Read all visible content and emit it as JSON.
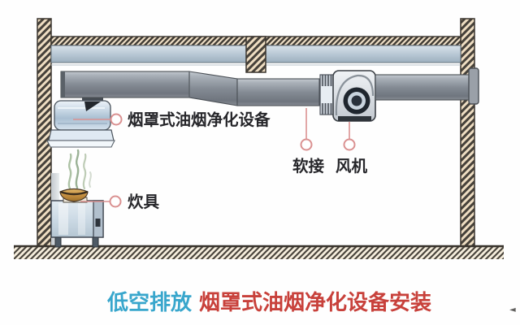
{
  "annotations": {
    "hood_label": "烟罩式油烟净化设备",
    "stove_label": "炊具",
    "soft_joint_label": "软接",
    "fan_label": "风机"
  },
  "title_caption": {
    "prefix": "低空排放",
    "main": "烟罩式油烟净化设备安装",
    "prefix_color": "#38a6cc",
    "main_color": "#c8413b"
  },
  "icons": {
    "corner_arrow": "◄"
  },
  "colors": {
    "wall_fill": "#eeddc2",
    "hatch_line": "#46413a",
    "duct_gray": "#858c95",
    "ceiling_beam": "#b6c6d3",
    "hood_steel_blue": "#c6d6e4",
    "leader_pink": "#da9191",
    "label_text": "#26262a"
  }
}
